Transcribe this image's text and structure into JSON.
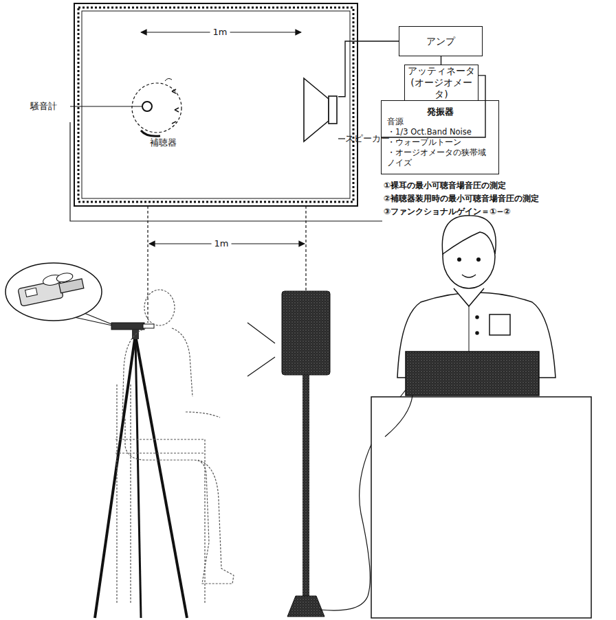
{
  "diagram": {
    "nodes": [
      {
        "text": [
          "アンプ"
        ]
      },
      {
        "text": [
          "アッティネータ (オージオメータ)"
        ]
      },
      {
        "text": [
          "発振器",
          "音源",
          "・1/3 Oct.Band Noise",
          "・ウォーブルトーン",
          "・オージオメータの狭帯域ノイズ"
        ]
      },
      {
        "text": [
          "スピーカー"
        ]
      }
    ],
    "edges": [
      {
        "from": 0,
        "to": 1,
        "arrow": "none"
      },
      {
        "from": 1,
        "to": 2,
        "arrow": "none"
      },
      {
        "from": 3,
        "to": 0,
        "arrow": "none"
      }
    ],
    "labels": [
      "騒音計",
      "補聴器",
      "1m",
      "1m",
      "①裸耳の最小可聴音場音圧の測定",
      "②補聴器装用時の最小可聴音場音圧の測定",
      "③ファンクショナルゲイン＝①−②"
    ]
  }
}
